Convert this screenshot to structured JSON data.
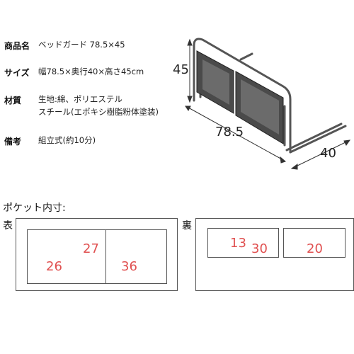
{
  "specs": [
    {
      "label": "商品名",
      "lines": [
        "ベッドガード 78.5×45"
      ]
    },
    {
      "label": "サイズ",
      "lines": [
        "幅78.5×奥行40×高さ45cm"
      ]
    },
    {
      "label": "材質",
      "lines": [
        "生地:綿、ポリエステル",
        "スチール(エポキシ樹脂粉体塗装)"
      ]
    },
    {
      "label": "備考",
      "lines": [
        "組立式(約10分)"
      ]
    }
  ],
  "product_dims": {
    "height": "45",
    "width": "78.5",
    "depth": "40"
  },
  "pocket": {
    "title": "ポケット内寸:",
    "front": {
      "label": "表",
      "height": "27",
      "left_width": "26",
      "right_width": "36"
    },
    "back": {
      "label": "裏",
      "height": "13",
      "left_width": "30",
      "right_width": "20"
    }
  },
  "colors": {
    "dimension_accent": "#e05050",
    "frame": "#555555",
    "fabric": "#4a4a4a"
  }
}
